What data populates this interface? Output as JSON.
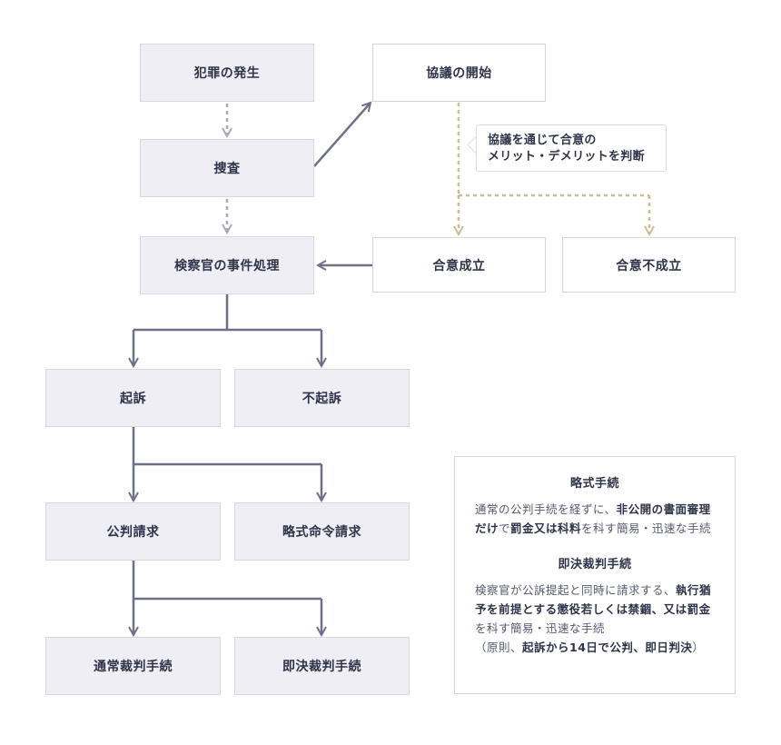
{
  "boxes": {
    "crime": "犯罪の発生",
    "investigation": "捜査",
    "negotiation_start": "協議の開始",
    "prosecutor_disposition": "検察官の事件処理",
    "agreement_reached": "合意成立",
    "agreement_failed": "合意不成立",
    "indictment": "起訴",
    "non_indictment": "不起訴",
    "public_trial_request": "公判請求",
    "summary_order_request": "略式命令請求",
    "regular_trial": "通常裁判手続",
    "expedited_trial": "即決裁判手続"
  },
  "bubble": {
    "line1": "協議を通じて合意の",
    "line2": "メリット・デメリットを判断"
  },
  "info": {
    "summary": {
      "title": "略式手続",
      "p1": "通常の公判手続を経ずに、",
      "b1": "非公開の書面審理だけ",
      "p2": "で",
      "b2": "罰金又は科料",
      "p3": "を科す簡易・迅速な手続"
    },
    "expedited": {
      "title": "即決裁判手続",
      "p1": "検察官が公訴提起と同時に請求する、",
      "b1": "執行猶予を前提とする懲役若しくは禁錮、又は罰金",
      "p2": "を科す簡易・迅速な手続",
      "p3": "（原則、",
      "b2": "起訴から14日で公判、即日判決",
      "p4": "）"
    }
  },
  "colors": {
    "arrow_solid": "#6e6f88",
    "arrow_dotted_gray": "#a8a9bd",
    "arrow_dotted_gold": "#cbbd8d",
    "box_fill": "#eeeef4",
    "text": "#2f3349"
  }
}
